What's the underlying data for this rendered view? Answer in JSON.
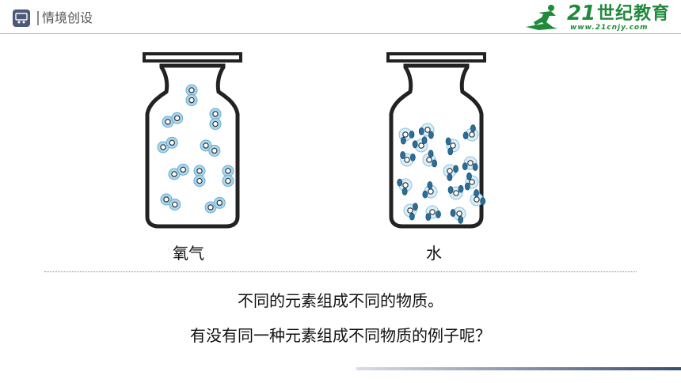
{
  "header": {
    "title": "情境创设",
    "logo": {
      "number": "21",
      "brand": "世纪教育",
      "url": "www.21cnjy.com"
    }
  },
  "jars": [
    {
      "label": "氧气",
      "molecule": "O2"
    },
    {
      "label": "水",
      "molecule": "H2O"
    }
  ],
  "text": {
    "line1": "不同的元素组成不同的物质。",
    "line2": "有没有同一种元素组成不同物质的例子呢？"
  },
  "colors": {
    "brand_green": "#1f8a3c",
    "header_icon": "#4a5a78",
    "molecule_fill": "#a9d8f0",
    "atom_dark": "#2b6f99"
  }
}
